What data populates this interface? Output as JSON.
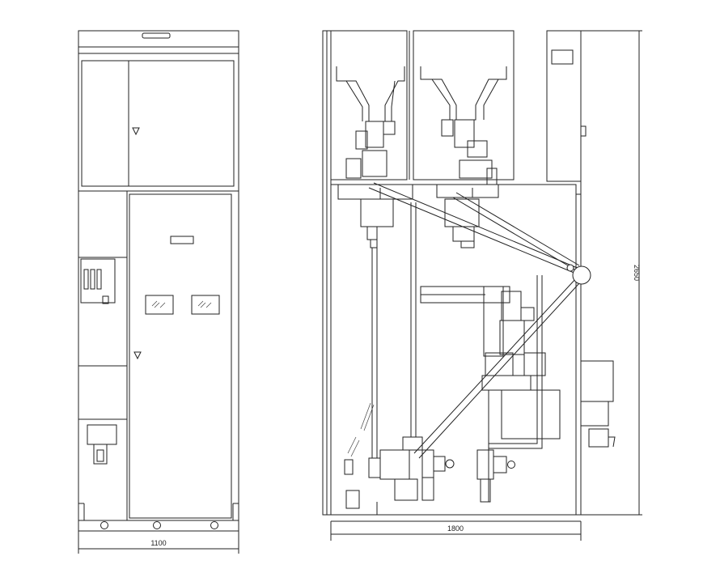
{
  "dimensions": {
    "front_width": "1100",
    "side_depth": "1800",
    "side_height": "2650"
  }
}
